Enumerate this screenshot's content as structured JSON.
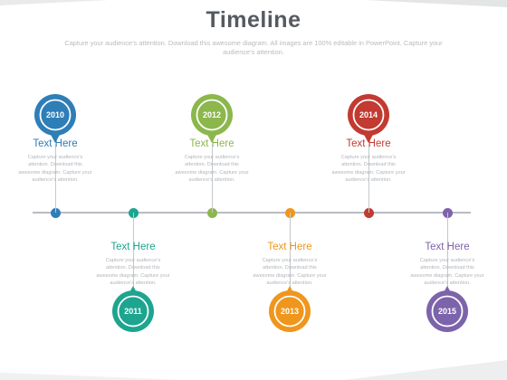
{
  "title": "Timeline",
  "subtitle": "Capture your audience’s attention. Download this awesome diagram. All images are 100% editable in PowerPoint. Capture your audience’s attention.",
  "accent_colors": {
    "blue": "#2e7eb7",
    "teal": "#1da58f",
    "green": "#8cb74c",
    "orange": "#f0961c",
    "red": "#c23a31",
    "purple": "#7c63ab"
  },
  "milestones": [
    {
      "year": "2010",
      "heading": "Text Here",
      "description": "Capture your audience’s attention. Download this awesome diagram. Capture your audience’s attention.",
      "color": "#2e7eb7",
      "position": "above"
    },
    {
      "year": "2011",
      "heading": "Text Here",
      "description": "Capture your audience’s attention. Download this awesome diagram. Capture your audience’s attention.",
      "color": "#1da58f",
      "position": "below"
    },
    {
      "year": "2012",
      "heading": "Text Here",
      "description": "Capture your audience’s attention. Download this awesome diagram. Capture your audience’s attention.",
      "color": "#8cb74c",
      "position": "above"
    },
    {
      "year": "2013",
      "heading": "Text Here",
      "description": "Capture your audience’s attention. Download this awesome diagram. Capture your audience’s attention.",
      "color": "#f0961c",
      "position": "below"
    },
    {
      "year": "2014",
      "heading": "Text Here",
      "description": "Capture your audience’s attention. Download this awesome diagram. Capture your audience’s attention.",
      "color": "#c23a31",
      "position": "above"
    },
    {
      "year": "2015",
      "heading": "Text Here",
      "description": "Capture your audience’s attention. Download this awesome diagram. Capture your audience’s attention.",
      "color": "#7c63ab",
      "position": "below"
    }
  ]
}
